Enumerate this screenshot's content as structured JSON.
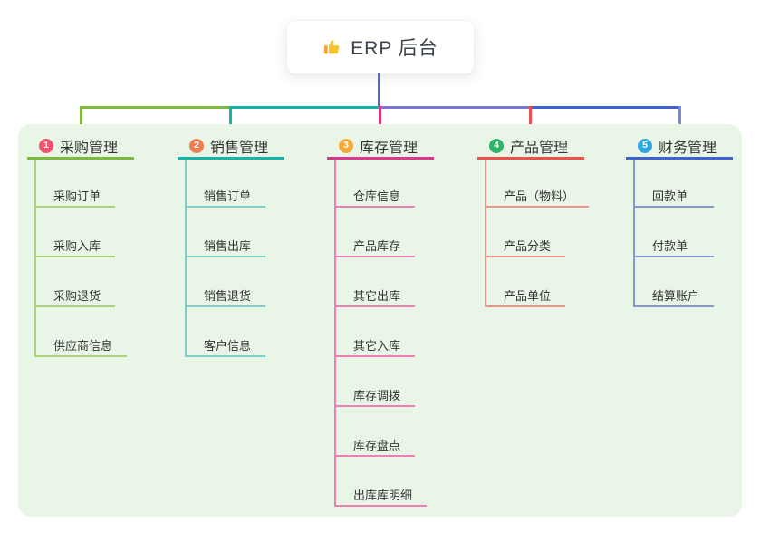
{
  "root": {
    "label": "ERP 后台",
    "icon": "thumbs-up-icon",
    "line_color": "#5667C5"
  },
  "canvas": {
    "background": "#FFFFFF",
    "panel_color": "#E9F6E7"
  },
  "connectors": {
    "overlap_color": "#7E75D8",
    "end_drop_color": "#7B87DD"
  },
  "branches": [
    {
      "badge": "1",
      "label": "采购管理",
      "badge_color": "#F4526E",
      "line_color": "#7CB93E",
      "sub_line_color": "#A9D378",
      "items": [
        "采购订单",
        "采购入库",
        "采购退货",
        "供应商信息"
      ]
    },
    {
      "badge": "2",
      "label": "销售管理",
      "badge_color": "#EE7D51",
      "line_color": "#16B3A6",
      "sub_line_color": "#7BD0C8",
      "items": [
        "销售订单",
        "销售出库",
        "销售退货",
        "客户信息"
      ]
    },
    {
      "badge": "3",
      "label": "库存管理",
      "badge_color": "#F7A937",
      "line_color": "#E0368C",
      "sub_line_color": "#EF7FB4",
      "items": [
        "仓库信息",
        "产品库存",
        "其它出库",
        "其它入库",
        "库存调拨",
        "库存盘点",
        "出库库明细"
      ]
    },
    {
      "badge": "4",
      "label": "产品管理",
      "badge_color": "#2EB368",
      "line_color": "#F0504A",
      "sub_line_color": "#F68F86",
      "items": [
        "产品（物料）",
        "产品分类",
        "产品单位"
      ]
    },
    {
      "badge": "5",
      "label": "财务管理",
      "badge_color": "#2FA8E0",
      "line_color": "#3E63D0",
      "sub_line_color": "#8398D6",
      "items": [
        "回款单",
        "付款单",
        "结算账户"
      ]
    }
  ]
}
